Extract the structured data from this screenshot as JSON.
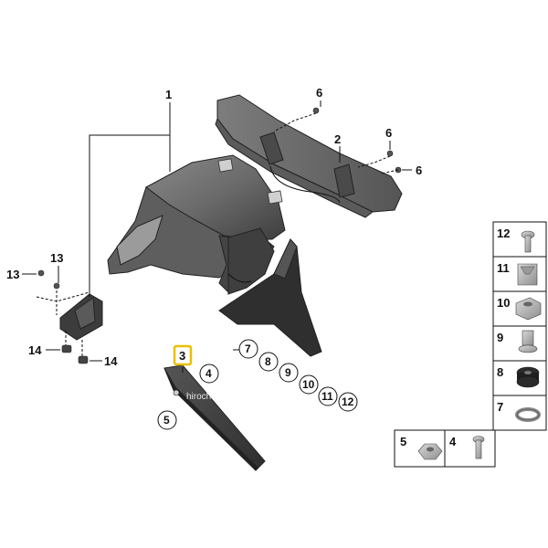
{
  "callouts": {
    "c1": "1",
    "c2": "2",
    "c3": "3",
    "c4": "4",
    "c5": "5",
    "c6a": "6",
    "c6b": "6",
    "c6c": "6",
    "c7": "7",
    "c8": "8",
    "c9": "9",
    "c10": "10",
    "c11": "11",
    "c12": "12",
    "c13a": "13",
    "c13b": "13",
    "c14a": "14",
    "c14b": "14"
  },
  "legend": {
    "l12": "12",
    "l11": "11",
    "l10": "10",
    "l9": "9",
    "l8": "8",
    "l7": "7",
    "l5": "5",
    "l4": "4"
  },
  "watermark": "hirochi",
  "colors": {
    "highlight": "#e8c000",
    "part_dark": "#4a4a4a",
    "part_mid": "#7a7a7a",
    "part_light": "#bdbdbd"
  }
}
